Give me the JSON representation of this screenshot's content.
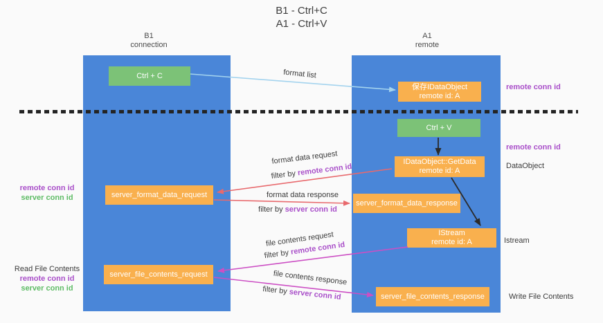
{
  "title": {
    "line1": "B1 - Ctrl+C",
    "line2": "A1 - Ctrl+V"
  },
  "columns": {
    "left": {
      "name": "B1",
      "role": "connection"
    },
    "right": {
      "name": "A1",
      "role": "remote"
    }
  },
  "nodes": {
    "ctrl_c": {
      "label": "Ctrl + C"
    },
    "ctrl_v": {
      "label": "Ctrl + V"
    },
    "save_idataobject": {
      "line1": "保存IDataObject",
      "line2": "remote id: A"
    },
    "getdata": {
      "line1": "IDataObject::GetData",
      "line2": "remote id: A"
    },
    "istream": {
      "line1": "IStream",
      "line2": "remote id: A"
    },
    "format_request": {
      "label": "server_format_data_request"
    },
    "format_response": {
      "label": "server_format_data_response"
    },
    "file_request": {
      "label": "server_file_contents_request"
    },
    "file_response": {
      "label": "server_file_contents_response"
    }
  },
  "arrow_labels": {
    "format_list": "format list",
    "format_data_request": "format data request",
    "format_data_response": "format data response",
    "file_contents_request": "file contents request",
    "file_contents_response": "file contents response",
    "filter_by": "filter by ",
    "remote_conn_id": "remote conn id",
    "server_conn_id": "server conn id"
  },
  "side_labels": {
    "remote_conn_id_top_right": "remote conn id",
    "remote_conn_id_mid_right": "remote conn id",
    "dataobject": "DataObject",
    "istream": "Istream",
    "write_file_contents": "Write File Contents",
    "remote_conn_id_left": "remote conn id",
    "server_conn_id_left": "server conn id",
    "read_file_contents": "Read File Contents",
    "remote_conn_id_bottom_left": "remote conn id",
    "server_conn_id_bottom_left": "server conn id"
  },
  "colors": {
    "column_blue": "#4a86d8",
    "node_green": "#7cc277",
    "node_orange": "#f9b04e",
    "arrow_lightblue": "#a3d3ee",
    "arrow_red": "#e8696d",
    "arrow_magenta": "#cc4fc4",
    "arrow_black": "#2b2b2b",
    "text_purple": "#a94fc9",
    "text_green": "#5fbc66"
  }
}
